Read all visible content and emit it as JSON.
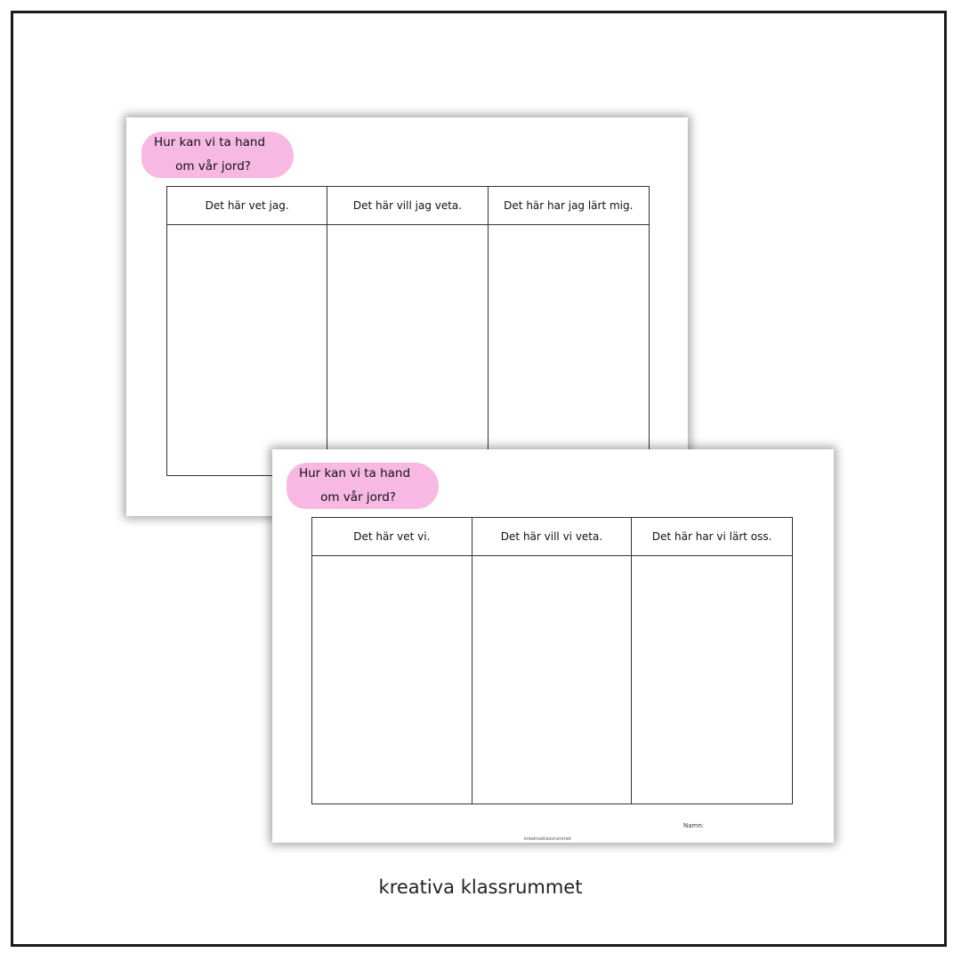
{
  "back_sheet": {
    "title_line1": "Hur kan vi ta hand",
    "title_line2": "om vår jord?",
    "columns": [
      "Det här vet jag.",
      "Det här vill jag veta.",
      "Det här har jag lärt mig."
    ]
  },
  "front_sheet": {
    "title_line1": "Hur kan vi ta hand",
    "title_line2": "om vår jord?",
    "columns": [
      "Det här vet vi.",
      "Det här vill vi veta.",
      "Det här har vi lärt oss."
    ],
    "name_label": "Namn:",
    "site_label": "kreativaklassrummet"
  },
  "brand": "kreativa klassrummet",
  "colors": {
    "title_highlight": "#f7b8e4",
    "frame": "#1a1a1a"
  }
}
